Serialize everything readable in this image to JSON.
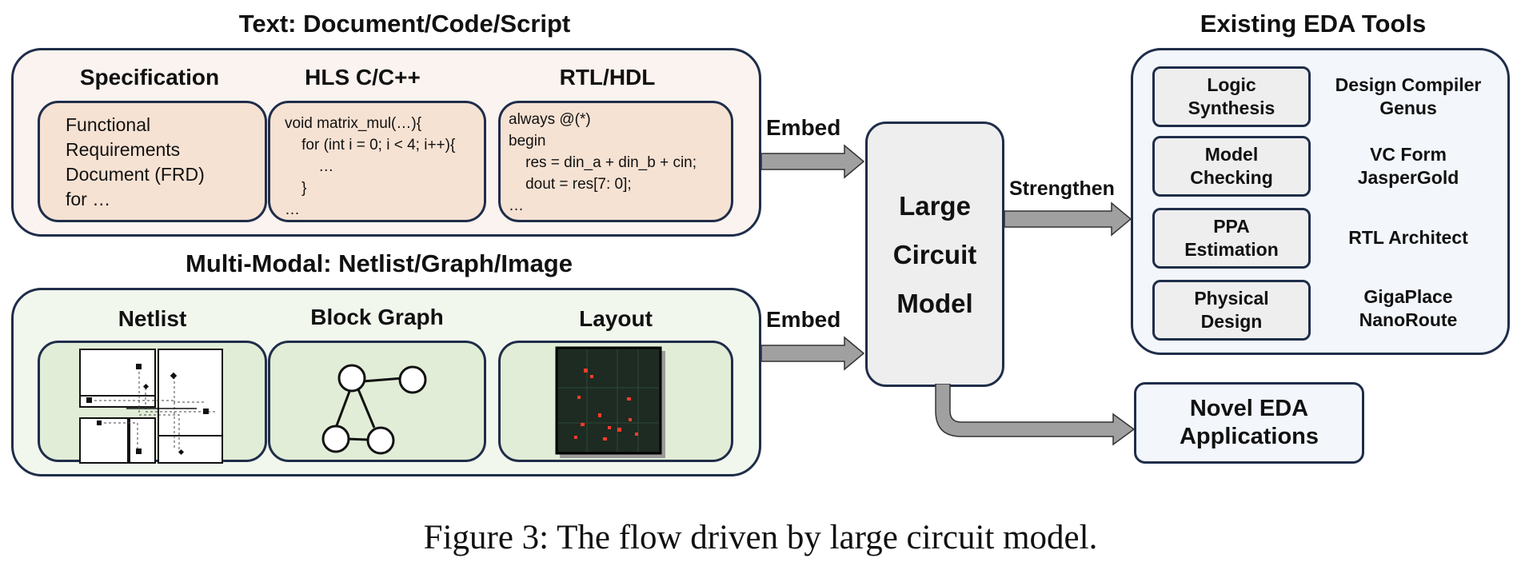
{
  "text_group": {
    "title": "Text: Document/Code/Script",
    "specification": {
      "title": "Specification",
      "lines": [
        "Functional",
        "Requirements",
        "Document (FRD)",
        "for …"
      ]
    },
    "hls": {
      "title": "HLS C/C++",
      "lines": [
        "void matrix_mul(…){",
        "    for (int i = 0; i < 4; i++){",
        "        …",
        "    }",
        "…"
      ]
    },
    "rtl": {
      "title": "RTL/HDL",
      "lines": [
        "always @(*)",
        "begin",
        "    res = din_a + din_b + cin;",
        "    dout = res[7: 0];",
        "…"
      ]
    }
  },
  "multimodal_group": {
    "title": "Multi-Modal: Netlist/Graph/Image",
    "netlist": {
      "title": "Netlist",
      "icon": "netlist-floorplan-icon"
    },
    "block_graph": {
      "title": "Block Graph",
      "icon": "block-graph-icon"
    },
    "layout": {
      "title": "Layout",
      "icon": "layout-image-icon"
    }
  },
  "arrows": {
    "embed_top": "Embed",
    "embed_bottom": "Embed",
    "strengthen": "Strengthen"
  },
  "center": {
    "lines": [
      "Large",
      "Circuit",
      "Model"
    ]
  },
  "eda_tools": {
    "title": "Existing EDA Tools",
    "items": [
      {
        "task": [
          "Logic",
          "Synthesis"
        ],
        "products": [
          "Design Compiler",
          "Genus"
        ]
      },
      {
        "task": [
          "Model",
          "Checking"
        ],
        "products": [
          "VC Form",
          "JasperGold"
        ]
      },
      {
        "task": [
          "PPA",
          "Estimation"
        ],
        "products": [
          "RTL Architect"
        ]
      },
      {
        "task": [
          "Physical",
          "Design"
        ],
        "products": [
          "GigaPlace",
          "NanoRoute"
        ]
      }
    ]
  },
  "novel": {
    "lines": [
      "Novel EDA",
      "Applications"
    ]
  },
  "caption": "Figure 3: The flow driven by large circuit model.",
  "colors": {
    "outline": "#1f2d4a",
    "text_group_bg": "#fbf3ef",
    "text_card_bg": "#f6e2d3",
    "mm_group_bg": "#f2f7ee",
    "mm_card_bg": "#e1edd6",
    "box_gray": "#eeeeee",
    "eda_bg": "#f3f7fc",
    "arrow_fill": "#a0a0a0"
  }
}
